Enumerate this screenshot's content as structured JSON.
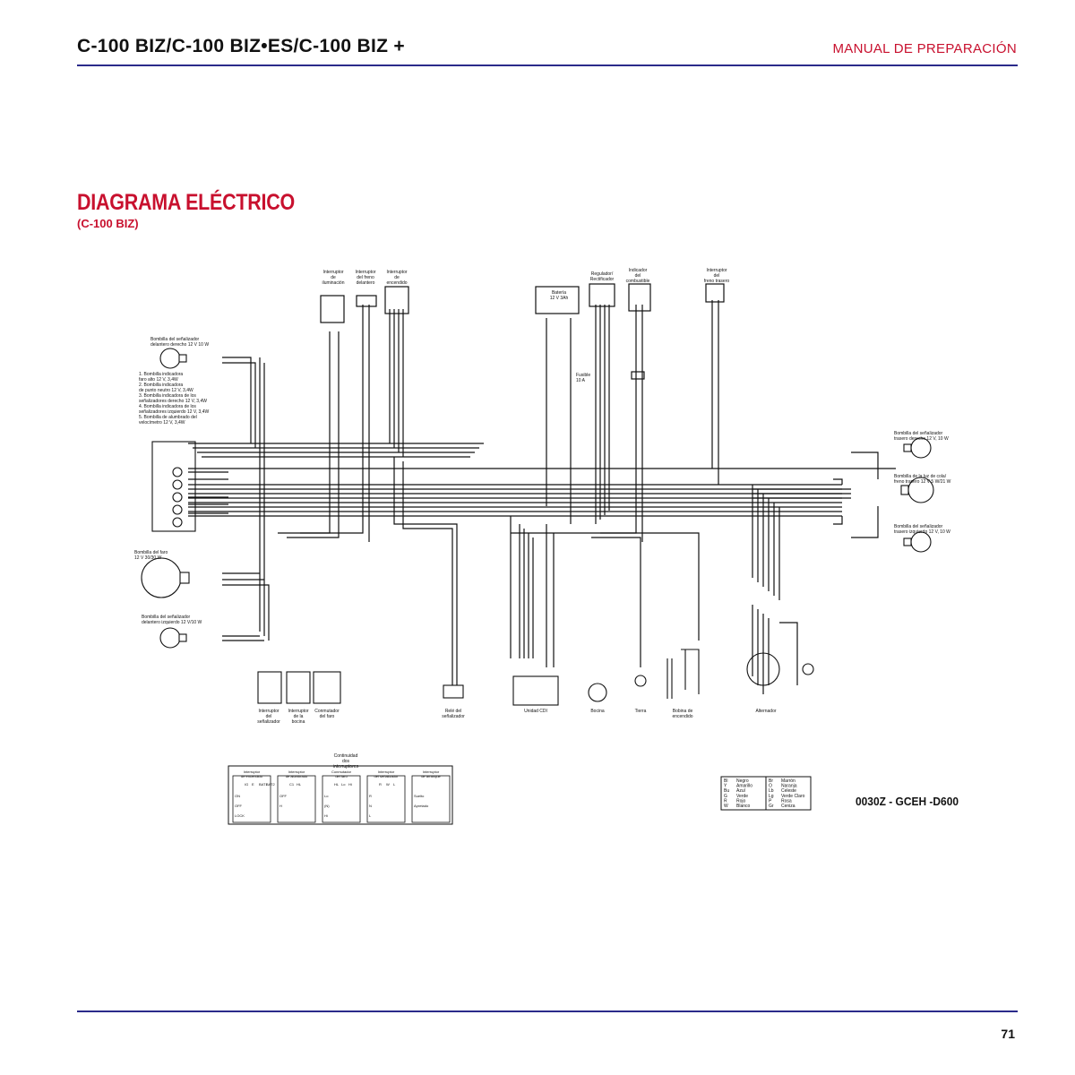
{
  "header": {
    "title": "C-100 BIZ/C-100 BIZ•ES/C-100 BIZ +",
    "manual": "MANUAL DE PREPARACIÓN"
  },
  "section": {
    "title": "DIAGRAMA ELÉCTRICO",
    "subtitle": "(C-100 BIZ)"
  },
  "diagram": {
    "top_components": [
      {
        "lines": [
          "Interruptor",
          "de",
          "iluminación"
        ]
      },
      {
        "lines": [
          "Interruptor",
          "del freno",
          "delantero"
        ]
      },
      {
        "lines": [
          "Interruptor",
          "de",
          "encendido"
        ]
      },
      {
        "lines": [
          "Batería",
          "12 V 3Ah"
        ]
      },
      {
        "lines": [
          "Regulador/",
          "Rectificador"
        ]
      },
      {
        "lines": [
          "Indicador",
          "del",
          "combustible"
        ]
      },
      {
        "lines": [
          "Interruptor",
          "del",
          "freno trasero"
        ]
      }
    ],
    "fuse": [
      "Fusible",
      "10 A"
    ],
    "left_bulbs": [
      {
        "lines": [
          "Bombilla del señalizador",
          "delantero derecho 12 V 10 W"
        ]
      },
      {
        "lines": [
          "Bombilla del faro",
          "12 V 30/30 W"
        ]
      },
      {
        "lines": [
          "Bombilla del señalizador",
          "delantero izquierdo 12 V/10 W"
        ]
      }
    ],
    "indicator_list": [
      "1. Bombilla indicadora",
      "faro alto 12 V, 3,4W",
      "2. Bombilla indicadora",
      "de punto neutro 12 V, 3,4W",
      "3. Bombilla indicadora de los",
      "señalizadores derecho 12 V, 3,4W",
      "4. Bombilla indicadora de los",
      "señalizadores izquierdo 12 V, 3,4W",
      "5. Bombilla de alumbrado del",
      "velocímetro 12 V, 3,4W"
    ],
    "right_bulbs": [
      {
        "lines": [
          "Bombilla del señalizador",
          "trasero derecho 12 V, 10 W"
        ]
      },
      {
        "lines": [
          "Bombilla de la luz de cola/",
          "freno trasero 12 V 5 W/21 W"
        ]
      },
      {
        "lines": [
          "Bombilla del señalizador",
          "trasero izquierdo 12 V, 10 W"
        ]
      }
    ],
    "bottom_components": [
      {
        "lines": [
          "Interruptor",
          "del",
          "señalizador"
        ]
      },
      {
        "lines": [
          "Interruptor",
          "de la",
          "bocina"
        ]
      },
      {
        "lines": [
          "Conmutador",
          "del faro"
        ]
      },
      {
        "lines": [
          "Relé del",
          "señalizador"
        ]
      },
      {
        "lines": [
          "Unidad CDI"
        ]
      },
      {
        "lines": [
          "Bocina"
        ]
      },
      {
        "lines": [
          "Tierra"
        ]
      },
      {
        "lines": [
          "Bobina de",
          "encendido"
        ]
      },
      {
        "lines": [
          "Alternador"
        ]
      }
    ],
    "continuity": {
      "title_lines": [
        "Continuidad",
        "dos",
        "interruptores"
      ],
      "tables": [
        {
          "title_lines": [
            "Interruptor",
            "de encendido"
          ],
          "cols": [
            "IG",
            "E",
            "BAT1",
            "BAT2"
          ],
          "rows": [
            "ON",
            "OFF",
            "LOCK"
          ]
        },
        {
          "title_lines": [
            "Interruptor",
            "de alumbrado"
          ],
          "cols": [
            "C1",
            "HL"
          ],
          "rows": [
            "OFF",
            "H"
          ]
        },
        {
          "title_lines": [
            "Conmutador",
            "del faro"
          ],
          "cols": [
            "HL",
            "Lo",
            "Hi"
          ],
          "rows": [
            "Lo",
            "(N)",
            "Hi"
          ]
        },
        {
          "title_lines": [
            "Interruptor",
            "del señalizador"
          ],
          "cols": [
            "R",
            "W",
            "L"
          ],
          "rows": [
            "R",
            "N",
            "L"
          ]
        },
        {
          "title_lines": [
            "Interruptor",
            "de arranque"
          ],
          "cols": [],
          "rows": [
            "Suelto",
            "Apretado"
          ]
        }
      ]
    },
    "color_legend": [
      {
        "code": "Bl",
        "name": "Negro"
      },
      {
        "code": "Y",
        "name": "Amarillo"
      },
      {
        "code": "Bu",
        "name": "Azul"
      },
      {
        "code": "G",
        "name": "Verde"
      },
      {
        "code": "R",
        "name": "Rojo"
      },
      {
        "code": "W",
        "name": "Blanco"
      },
      {
        "code": "Br",
        "name": "Marrón"
      },
      {
        "code": "O",
        "name": "Naranja"
      },
      {
        "code": "Lb",
        "name": "Celeste"
      },
      {
        "code": "Lg",
        "name": "Verde Claro"
      },
      {
        "code": "P",
        "name": "Rosa"
      },
      {
        "code": "Gr",
        "name": "Ceniza"
      }
    ]
  },
  "code": "0030Z - GCEH -D600",
  "page_number": "71"
}
